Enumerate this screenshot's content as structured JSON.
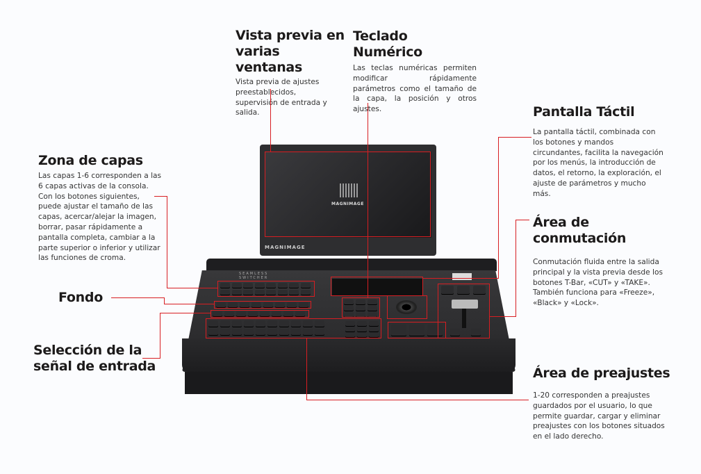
{
  "callouts": {
    "multiview": {
      "title_line1": "Vista previa en",
      "title_line2": "varias ventanas",
      "text": "Vista previa de ajustes preestablecidos, supervisión de entrada y salida."
    },
    "keypad": {
      "title": "Teclado Numérico",
      "text": "Las teclas numéricas permiten modificar rápidamente parámetros como el tamaño de la capa, la posición y otros ajustes."
    },
    "touch": {
      "title": "Pantalla Táctil",
      "text": "La pantalla táctil, combinada con los botones y mandos circundantes, facilita la navegación por los menús, la introducción de datos, el retorno, la exploración, el ajuste de parámetros y mucho más."
    },
    "layers": {
      "title": "Zona de capas",
      "text": "Las capas 1-6 corresponden a las 6 capas activas de la consola. Con los botones siguientes, puede ajustar el tamaño de las capas, acercar/alejar la imagen, borrar, pasar rápidamente a pantalla completa, cambiar a la parte superior o inferior y utilizar las funciones de croma."
    },
    "switching": {
      "title": "Área de conmutación",
      "text": "Conmutación fluida entre la salida principal y la vista previa desde los botones T-Bar, «CUT» y «TAKE». También funciona para «Freeze», «Black» y «Lock»."
    },
    "background": {
      "title": "Fondo"
    },
    "input": {
      "title_line1": "Selección de la",
      "title_line2": "señal de entrada"
    },
    "presets": {
      "title": "Área de preajustes",
      "text": "1-20 corresponden a preajustes guardados por el usuario, lo que permite guardar, cargar y eliminar preajustes con los botones situados en el lado derecho."
    }
  },
  "device": {
    "brand": "MAGNIMAGE",
    "model_label": "SEAMLESS SWITCHER"
  },
  "colors": {
    "accent": "#d81e22",
    "body": "#2a2a2c"
  }
}
